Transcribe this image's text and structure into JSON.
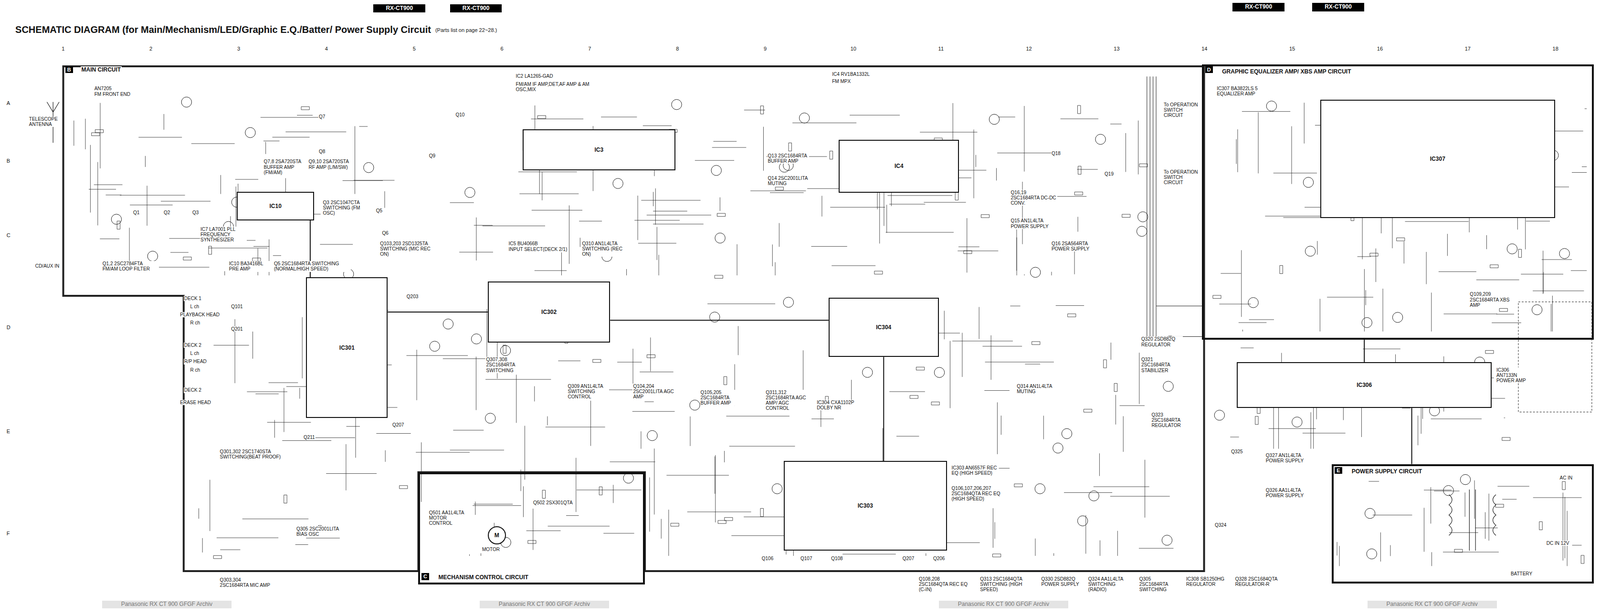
{
  "diagram": {
    "title": "SCHEMATIC DIAGRAM (for Main/Mechanism/LED/Graphic E.Q./Batter/ Power Supply Circuit",
    "nodes": [
      {
        "text": [
          "MAIN CIRCUIT"
        ]
      },
      {
        "text": [
          "IC3"
        ],
        "in": 0
      },
      {
        "text": [
          "IC4"
        ],
        "in": 0
      },
      {
        "text": [
          "IC10"
        ],
        "in": 0
      },
      {
        "text": [
          "IC301"
        ],
        "in": 0
      },
      {
        "text": [
          "IC302"
        ],
        "in": 0
      },
      {
        "text": [
          "IC304"
        ],
        "in": 0
      },
      {
        "text": [
          "IC303"
        ],
        "in": 0
      },
      {
        "text": [
          "MECHANISM CONTROL CIRCUIT"
        ]
      },
      {
        "text": [
          "M"
        ],
        "in": 8
      },
      {
        "text": [
          "GRAPHIC EQUALIZER AMP/ XBS AMP CIRCUIT"
        ]
      },
      {
        "text": [
          "IC307"
        ],
        "in": 10
      },
      {
        "text": [
          "IC306"
        ]
      },
      {
        "text": [
          "POWER SUPPLY CIRCUIT"
        ]
      }
    ],
    "edges": [
      {
        "from": 3,
        "to": 4,
        "arrow": "none"
      },
      {
        "from": 4,
        "to": 5,
        "arrow": "none"
      },
      {
        "from": 5,
        "to": 6,
        "arrow": "none"
      },
      {
        "from": 6,
        "to": 7,
        "arrow": "none"
      },
      {
        "from": 10,
        "to": 12,
        "arrow": "none"
      },
      {
        "from": 12,
        "to": 13,
        "arrow": "none"
      }
    ],
    "labels": [
      "(Parts list on page 22~28.)",
      "RX-CT900",
      "RX-CT900",
      "RX-CT900",
      "RX-CT900",
      "1",
      "2",
      "3",
      "4",
      "5",
      "6",
      "7",
      "8",
      "9",
      "10",
      "11",
      "12",
      "13",
      "14",
      "15",
      "16",
      "17",
      "18",
      "A",
      "B",
      "C",
      "D",
      "E",
      "F",
      "B",
      "D",
      "E",
      "C",
      "AN7205",
      "FM FRONT END",
      "TELESCOPE ANTENNA",
      "Q7",
      "Q8",
      "Q10",
      "Q9",
      "Q7,8 2SA720STA BUFFER AMP (FM/AM)",
      "Q9,10 2SA720STA RF AMP (L/M/SW)",
      "Q1",
      "Q2",
      "Q3",
      "Q5",
      "Q6",
      "IC7 LA7001 PLL FREQUENCY SYNTHESIZER",
      "Q3 2SC1047CTA SWITCHING (FM OSC)",
      "IC10 BA3416BL PRE AMP",
      "Q5 2SC1684RTA SWITCHING (NORMAL/HIGH SPEED)",
      "Q1,2 2SC2784FTA FM/AM LOOP FILTER",
      "Q103,203 2SD1325TA SWITCHING (MIC REC ON)",
      "IC2 LA1265-GAD",
      "FM/AM IF AMP,DET,AF AMP & AM OSC,MIX",
      "IC5 BU4066B",
      "INPUT SELECT(DECK 2/1)",
      "Q13 2SC1684RTA BUFFER AMP",
      "Q14 2SC2001LITA MUTING",
      "IC4 RV1BA1332L",
      "FM MPX",
      "Q18",
      "Q19",
      "Q16,19 2SC1684RTA DC-DC CONV.",
      "Q15 AN1L4LTA POWER SUPPLY",
      "Q16 2SA564RTA POWER SUPPLY",
      "To OPERATION SWITCH CIRCUIT",
      "To OPERATION SWITCH CIRCUIT",
      "CD/AUX IN",
      "DECK 1",
      "L ch",
      "PLAYBACK HEAD",
      "R ch",
      "DECK 2",
      "L ch",
      "R/P HEAD",
      "R ch",
      "DECK 2",
      "ERASE HEAD",
      "Q101",
      "Q201",
      "Q203",
      "Q207",
      "Q211",
      "Q301,302 2SC1740STA SWITCHING(BEAT PROOF)",
      "Q305 2SC2001LITA BIAS OSC",
      "Q303,304 2SC1684RTA MIC AMP",
      "Q307,308 2SC1684RTA SWITCHING",
      "Q309 AN1L4LTA SWITCHING CONTROL",
      "Q104,204 2SC2001LITA AGC AMP",
      "Q105,205 2SC1684RTA BUFFER AMP",
      "Q311,312 2SC1684RTA AGC AMP/ AGC CONTROL",
      "IC304 CXA1102P DOLBY NR",
      "Q310 AN1L4LTA SWITCHING (REC ON)",
      "Q314 AN1L4LTA MUTING",
      "Q320 2SD882Q REGULATOR",
      "Q321 2SC1684RTA STABILIZER",
      "Q323 2SC1684RTA REGULATOR",
      "IC306 AN7133N POWER AMP",
      "Q502 2SX301QTA",
      "Q501 AA1L4LTA MOTOR CONTROL",
      "MOTOR",
      "IC303 AN6557F REC EQ (HIGH SPEED)",
      "Q106,107,206,207 2SC1684QTA REC EQ (HIGH SPEED)",
      "Q106",
      "Q107",
      "Q108",
      "Q207",
      "Q206",
      "Q108,208 2SC1684QTA REC EQ (C-IN)",
      "Q313 2SC1684QTA SWITCHING (HIGH SPEED)",
      "Q330 2SD882Q POWER SUPPLY",
      "Q324 AA1L4LTA SWITCHING (RADIO)",
      "Q305 2SC1684RTA SWITCHING",
      "IC308 SB1250HG REGULATOR",
      "Q328 2SC1684QTA REGULATOR-R",
      "Q325",
      "Q327 AN1L4LTA POWER SUPPLY",
      "Q326 AA1L4LTA POWER SUPPLY",
      "Q324",
      "IC307 BA3822LS 5 EQUALIZER AMP",
      "Q109,209 2SC1684RTA XBS AMP",
      "AC IN",
      "DC IN 12V",
      "BATTERY",
      "Panasonic RX CT 900 GFGF Archiv",
      "Panasonic RX CT 900 GFGF Archiv",
      "Panasonic RX CT 900 GFGF Archiv",
      "Panasonic RX CT 900 GFGF Archiv"
    ]
  }
}
